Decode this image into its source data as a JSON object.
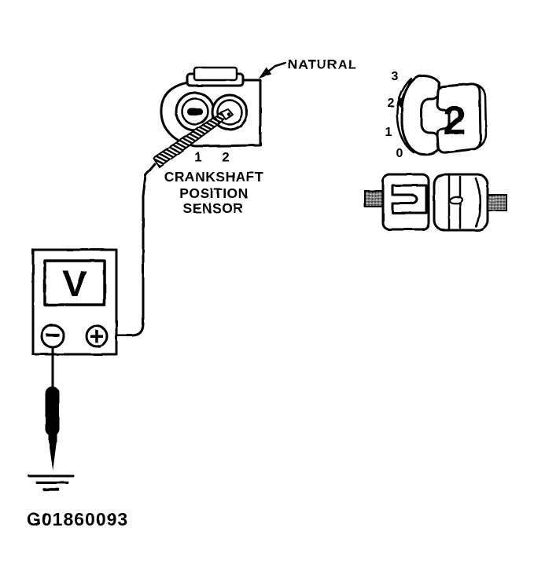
{
  "figure": {
    "figure_id": "G01860093",
    "callout_label": "NATURAL",
    "sensor_caption": {
      "line1": "CRANKSHAFT",
      "line2": "POSITION",
      "line3": "SENSOR"
    },
    "connector_terminals": {
      "pin1": "1",
      "pin2": "2"
    },
    "voltmeter": {
      "display_symbol": "V",
      "negative_symbol": "−",
      "positive_symbol": "+"
    },
    "dial": {
      "scale": {
        "s3": "3",
        "s2": "2",
        "s1": "1",
        "s0": "0"
      },
      "selected_value": "2"
    },
    "colors": {
      "ink": "#000000",
      "background": "#ffffff"
    },
    "icons": {
      "ground": "ground-icon",
      "leader_arrow": "arrowhead-icon",
      "test_probe": "probe-icon",
      "ground_probe": "probe-icon"
    }
  }
}
